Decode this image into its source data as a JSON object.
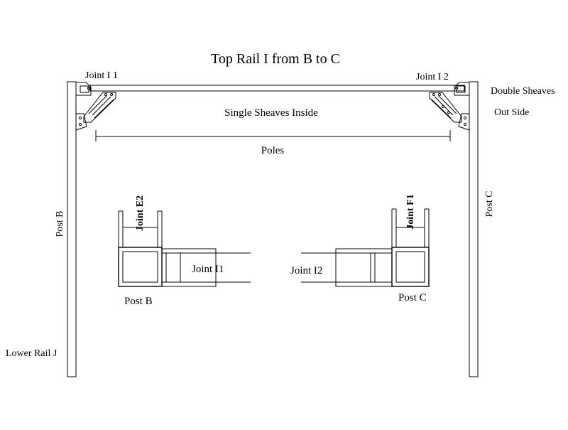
{
  "diagram": {
    "title": "Top Rail  I  from B to  C",
    "labels": {
      "joint_i1_top": "Joint I 1",
      "joint_i2_top": "Joint I  2",
      "double_sheaves": "Double Sheaves",
      "out_side": "Out Side",
      "single_sheaves_inside": "Single Sheaves Inside",
      "poles": "Poles",
      "post_b_vertical": "Post B",
      "post_c_vertical": "Post C",
      "joint_e2": "Joint E2",
      "joint_f1": "Joint F1",
      "joint_i1_detail": "Joint I1",
      "joint_i2_detail": "Joint I2",
      "post_b_detail": "Post B",
      "post_c_detail": "Post C",
      "lower_rail_j": "Lower Rail J"
    }
  }
}
